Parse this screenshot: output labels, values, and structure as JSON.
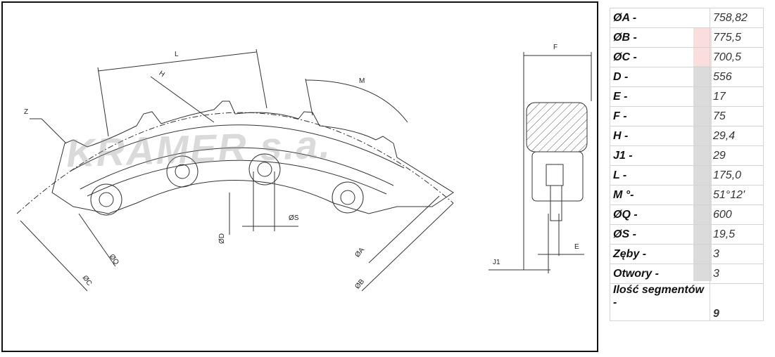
{
  "drawing": {
    "labels": {
      "L": "L",
      "H": "H",
      "M": "M",
      "Z": "Z",
      "D": "ØD",
      "S": "ØS",
      "Q": "ØQ",
      "C": "ØC",
      "A": "ØA",
      "B": "ØB",
      "F": "F",
      "E": "E",
      "J1": "J1"
    },
    "watermark": "KRAMER s.a."
  },
  "specs": [
    {
      "key": "ØA -",
      "value": "758,82"
    },
    {
      "key": "ØB -",
      "value": "775,5"
    },
    {
      "key": "ØC -",
      "value": "700,5"
    },
    {
      "key": "D -",
      "value": "556"
    },
    {
      "key": "E -",
      "value": "17"
    },
    {
      "key": "F -",
      "value": "75"
    },
    {
      "key": "H -",
      "value": "29,4"
    },
    {
      "key": "J1 -",
      "value": "29"
    },
    {
      "key": "L -",
      "value": "175,0"
    },
    {
      "key": "M °-",
      "value": "51°12'"
    },
    {
      "key": "ØQ -",
      "value": "600"
    },
    {
      "key": "ØS -",
      "value": "19,5"
    },
    {
      "key": "Zęby -",
      "value": "3"
    },
    {
      "key": "Otwory -",
      "value": "3"
    },
    {
      "key": "Ilość segmentów -",
      "value": "9"
    }
  ]
}
